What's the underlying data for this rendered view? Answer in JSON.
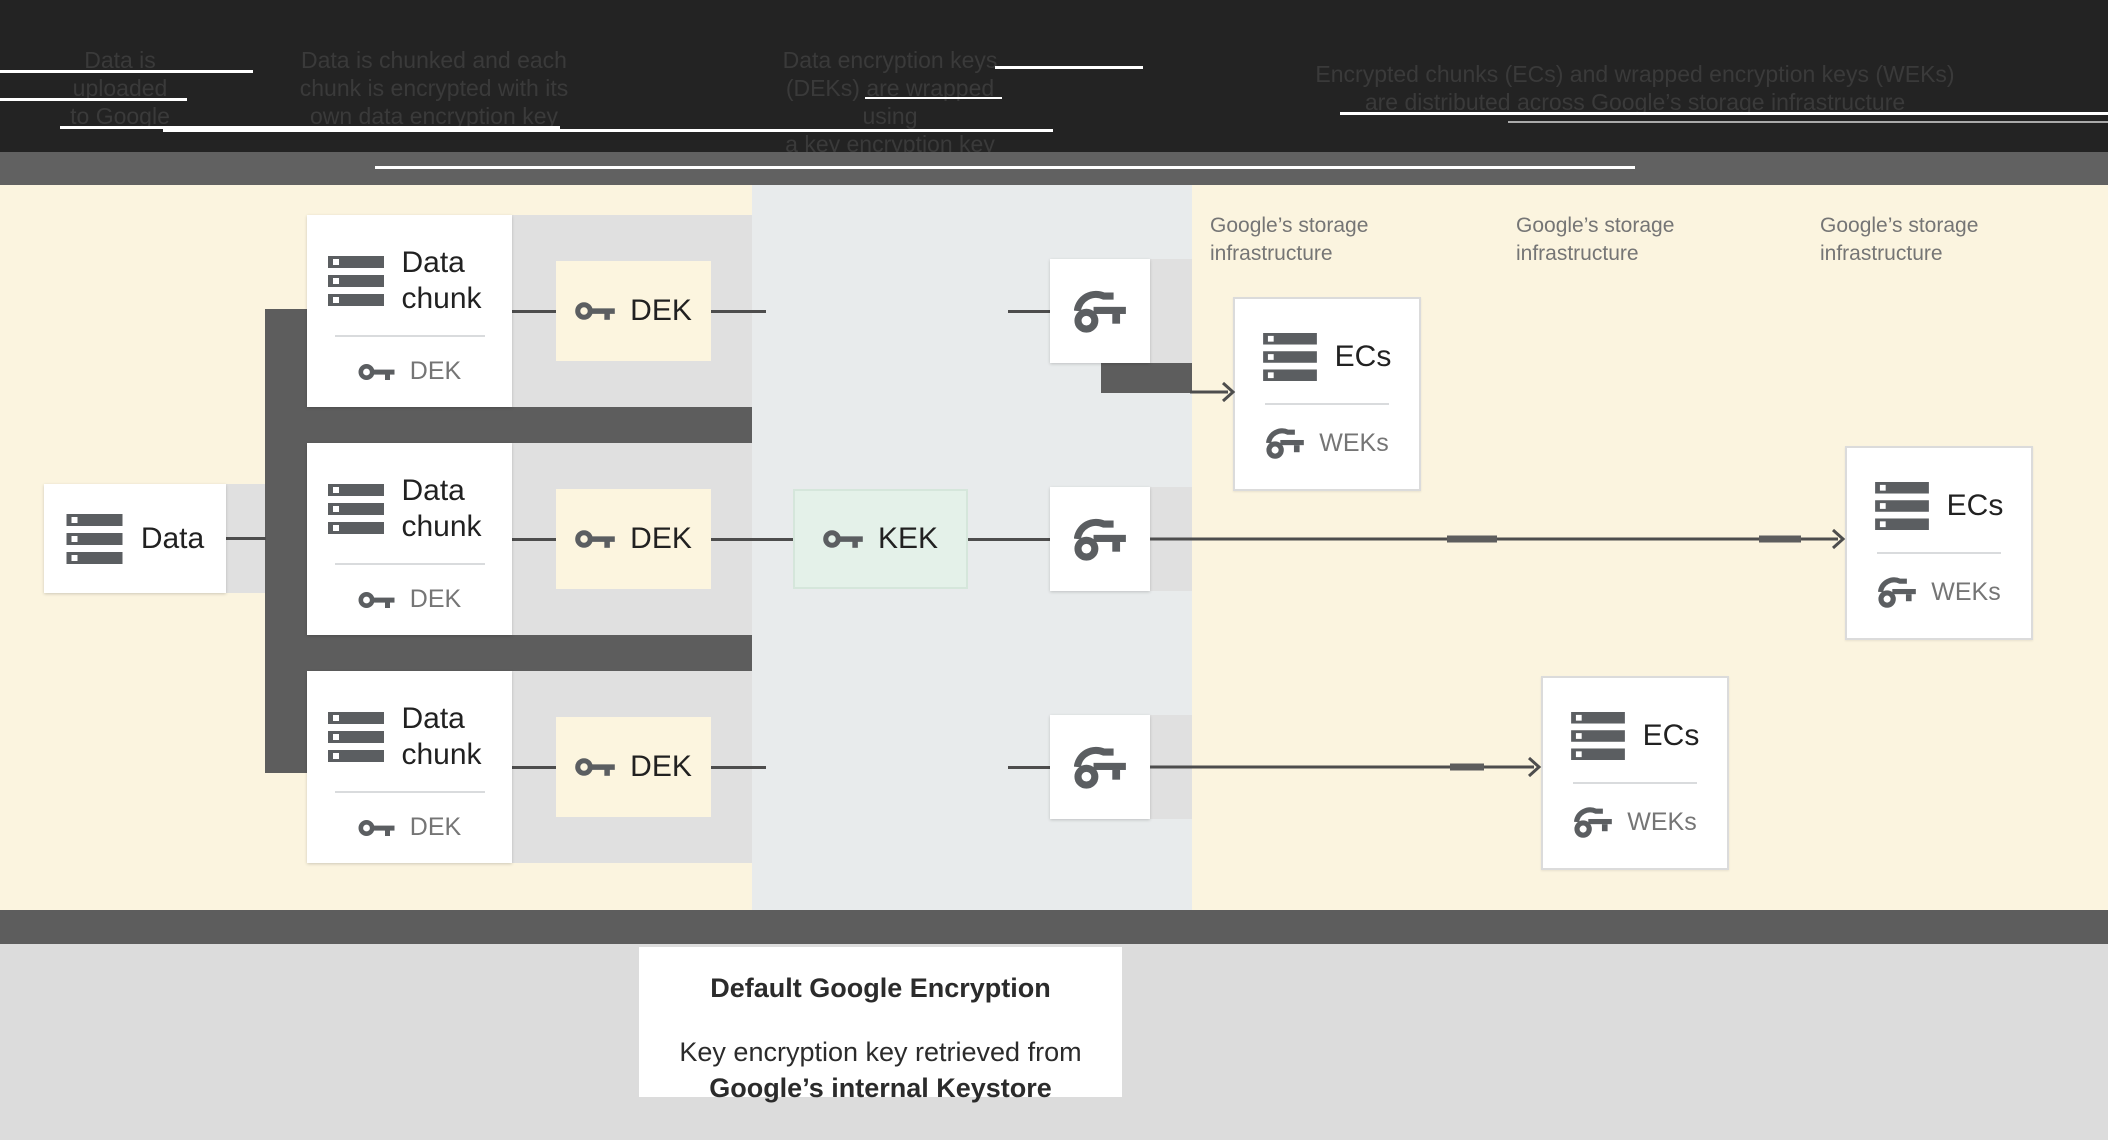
{
  "header": {
    "steps": [
      {
        "l1": "Data is",
        "l2": "uploaded",
        "l3": "to Google"
      },
      {
        "l1": "Data is chunked and each",
        "l2": "chunk is encrypted with its",
        "l3": "own data encryption key"
      },
      {
        "l1": "Data encryption keys",
        "l2": "(DEKs) are wrapped using",
        "l3": "a key encryption key (KEK)"
      },
      {
        "l1": "Encrypted chunks (ECs) and wrapped encryption keys (WEKs)",
        "l2": "are distributed across Google’s storage infrastructure"
      }
    ]
  },
  "diagram": {
    "data_box": {
      "label": "Data"
    },
    "chunks": [
      {
        "title": "Data chunk",
        "key_label": "DEK"
      },
      {
        "title": "Data chunk",
        "key_label": "DEK"
      },
      {
        "title": "Data chunk",
        "key_label": "DEK"
      }
    ],
    "dek_boxes": [
      {
        "label": "DEK"
      },
      {
        "label": "DEK"
      },
      {
        "label": "DEK"
      }
    ],
    "kek_box": {
      "label": "KEK"
    },
    "storage_infra_labels": [
      "Google’s storage infrastructure",
      "Google’s storage infrastructure",
      "Google’s storage infrastructure"
    ],
    "ec_boxes": [
      {
        "title": "ECs",
        "key_label": "WEKs"
      },
      {
        "title": "ECs",
        "key_label": "WEKs"
      },
      {
        "title": "ECs",
        "key_label": "WEKs"
      }
    ]
  },
  "caption": {
    "title": "Default Google Encryption",
    "body_line1": "Key encryption key retrieved from",
    "body_line2": "Google’s internal Keystore"
  },
  "colors": {
    "header_bg": "#232323",
    "cream_bg": "#FBF4DF",
    "band_bg": "#E8EBEC",
    "panel_gray": "#E0E0E0",
    "bar_dark": "#5D5D5D",
    "kek_bg": "#E4F1E9",
    "icon_gray": "#5B5E61",
    "text_gray": "#757575",
    "footer_bg": "#DCDCDC"
  }
}
